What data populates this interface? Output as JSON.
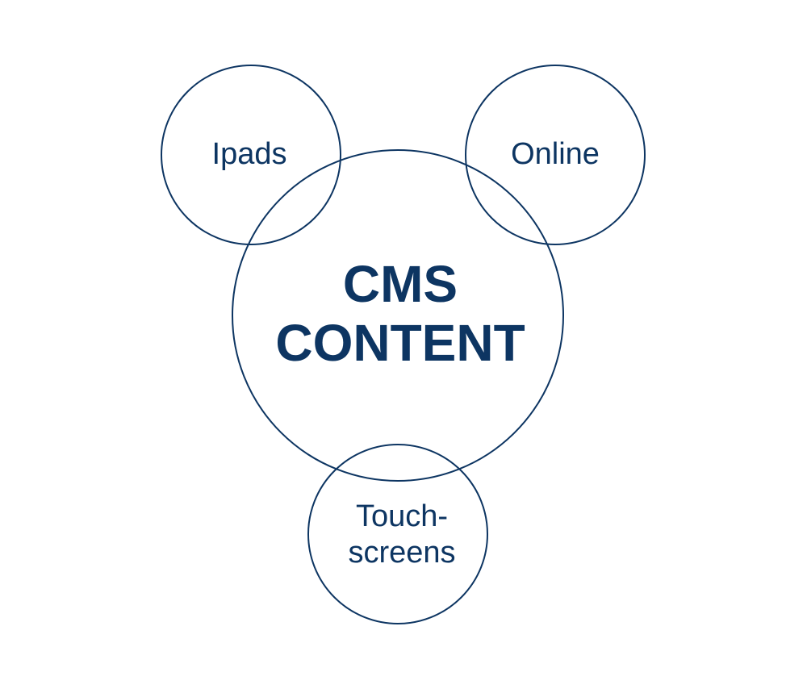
{
  "colors": {
    "stroke": "#0d3562",
    "text": "#0d3562",
    "background": "#ffffff"
  },
  "center": {
    "line1": "CMS",
    "line2": "CONTENT"
  },
  "satellites": {
    "ipads": "Ipads",
    "online": "Online",
    "touch_line1": "Touch-",
    "touch_line2": "screens"
  }
}
